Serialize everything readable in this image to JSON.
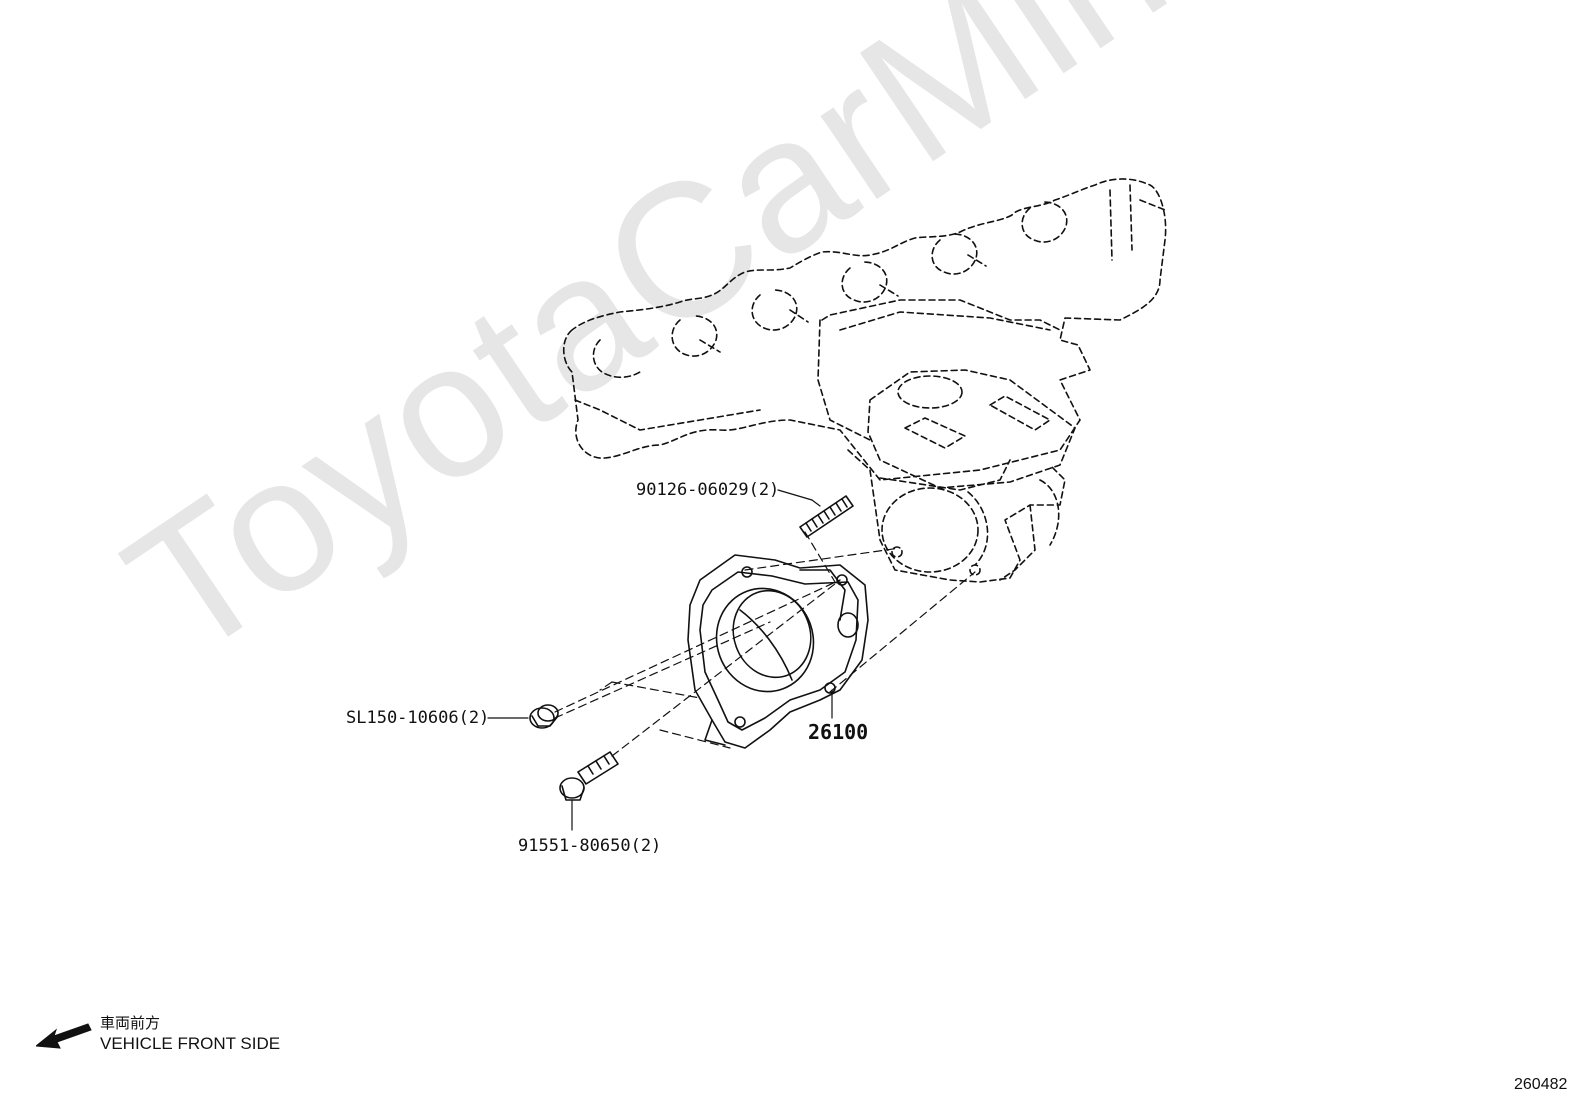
{
  "watermark": "ToyotaCarMine.ru",
  "labels": {
    "stud": "90126-06029(2)",
    "nut": "SL150-10606(2)",
    "bolt": "91551-80650(2)",
    "throttle_body": "26100"
  },
  "legend": {
    "jp": "車両前方",
    "en": "VEHICLE FRONT SIDE"
  },
  "figure_number": "260482",
  "icons": {
    "front_arrow": "arrow-left-down-icon"
  },
  "colors": {
    "line": "#111111",
    "watermark": "#e6e6e6"
  }
}
